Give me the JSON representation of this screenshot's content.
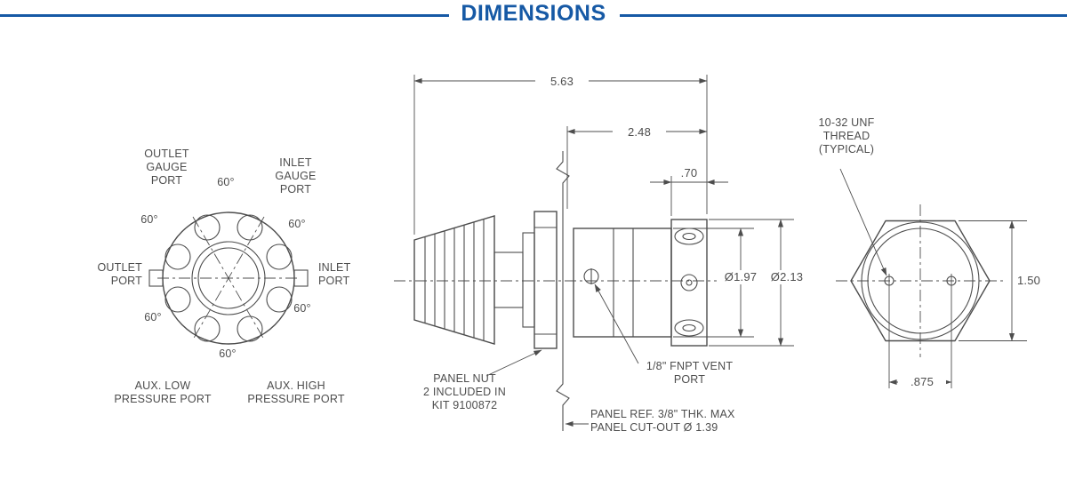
{
  "header": {
    "title": "DIMENSIONS",
    "accent_color": "#1659a5"
  },
  "front_view": {
    "labels": {
      "outlet_gauge_port": "OUTLET\nGAUGE\nPORT",
      "inlet_gauge_port": "INLET\nGAUGE\nPORT",
      "outlet_port": "OUTLET\nPORT",
      "inlet_port": "INLET\nPORT",
      "aux_low_port": "AUX. LOW\nPRESSURE PORT",
      "aux_high_port": "AUX. HIGH\nPRESSURE PORT",
      "angle": "60°"
    }
  },
  "side_view": {
    "dimensions": {
      "overall_length": "5.63",
      "body_length": "2.48",
      "cap_width": ".70",
      "body_diameter": "Ø1.97",
      "cap_diameter": "Ø2.13"
    },
    "notes": {
      "panel_nut": "PANEL NUT\n2 INCLUDED IN\nKIT 9100872",
      "vent_port": "1/8\" FNPT VENT\nPORT",
      "panel_ref": "PANEL REF. 3/8\" THK. MAX\nPANEL CUT-OUT Ø 1.39"
    }
  },
  "rear_view": {
    "notes": {
      "thread": "10-32 UNF\nTHREAD\n(TYPICAL)"
    },
    "dimensions": {
      "across_flats": "1.50",
      "hole_spacing": ".875"
    }
  }
}
